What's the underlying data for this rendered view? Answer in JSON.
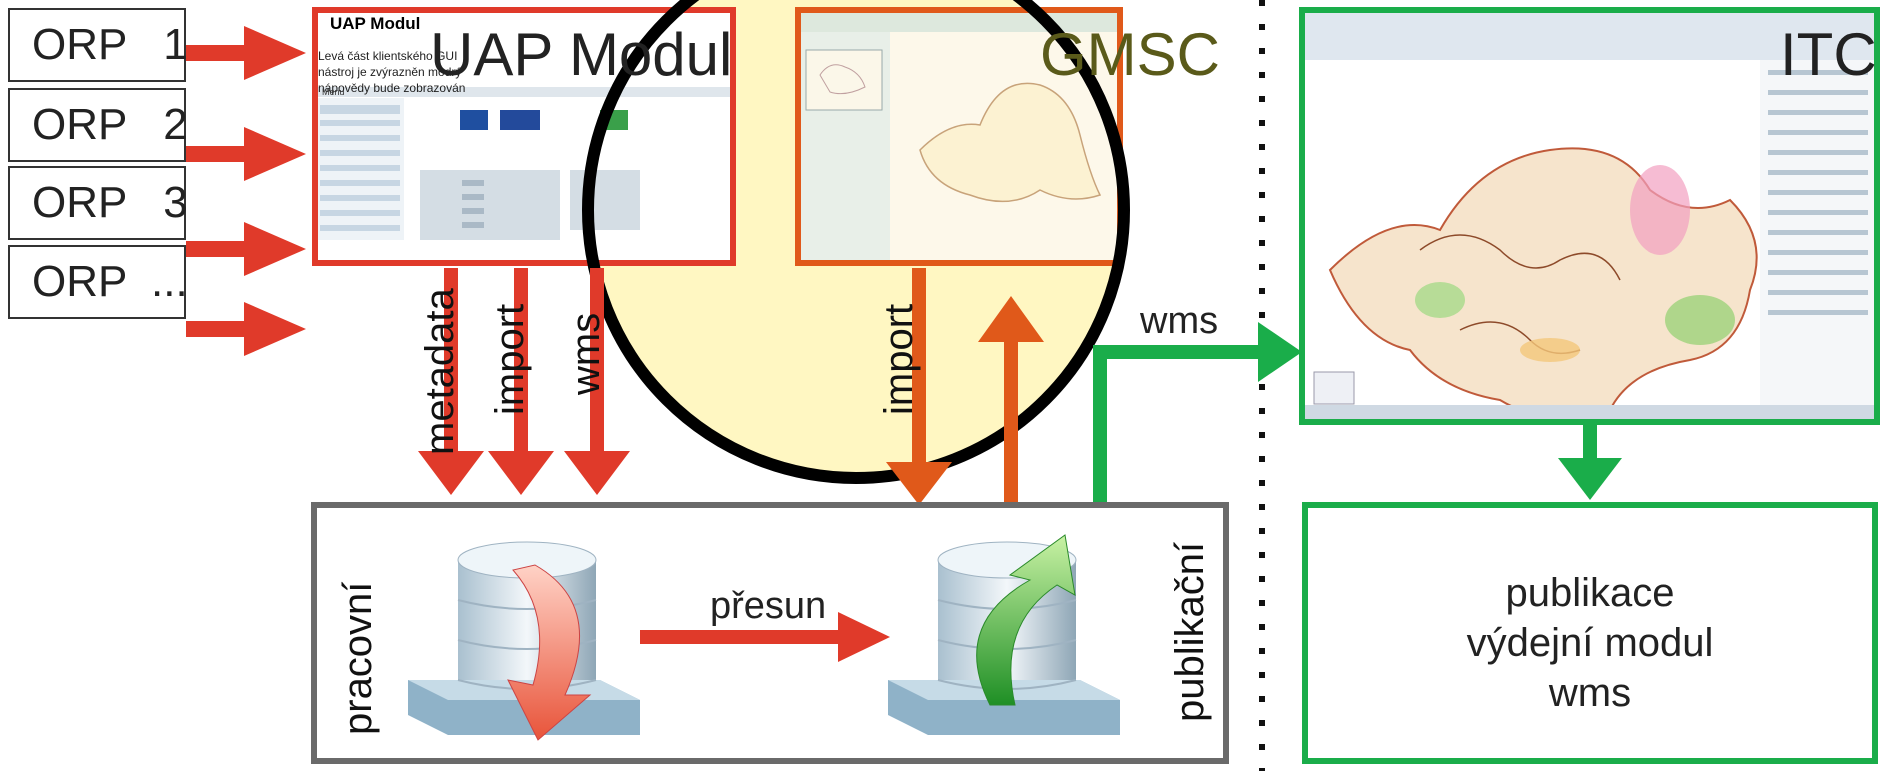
{
  "orp_boxes": [
    "ORP   1",
    "ORP   2",
    "ORP   3",
    "ORP  ..."
  ],
  "uap": {
    "small_title": "UAP Modul",
    "big_title": "UAP Modul",
    "text_lines": [
      "Levá část klientského GUI ",
      "nástroj je zvýrazněn modrý",
      "nápovědy bude zobrazován"
    ],
    "menu_label": "Menu",
    "arrows": [
      "metadata",
      "import",
      "wms"
    ]
  },
  "gmsc": {
    "title": "GMSC",
    "import_label": "import"
  },
  "itc": {
    "title": "ITC",
    "wms_label": "wms"
  },
  "db": {
    "left_label": "pracovní",
    "right_label": "publikační",
    "move_label": "přesun"
  },
  "publikace": {
    "lines": [
      "publikace",
      "výdejní modul",
      "wms"
    ]
  },
  "colors": {
    "red": "#e03a2a",
    "orange": "#e0591a",
    "green": "#1aad4a",
    "circle_fill": "#fff7c2"
  }
}
